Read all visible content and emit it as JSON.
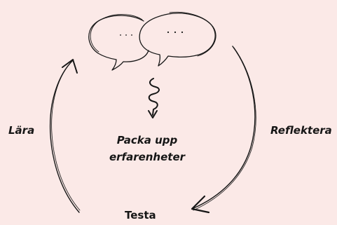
{
  "background_color": "#fbe9e7",
  "ink_color": "#161616",
  "labels": {
    "left": "Lära",
    "right": "Reflektera",
    "bottom": "Testa",
    "center_line1": "Packa upp",
    "center_line2": "erfarenheter"
  },
  "icons": {
    "speech_bubbles": "two-speech-bubbles-icon",
    "squiggle": "squiggle-down-arrow-icon"
  }
}
